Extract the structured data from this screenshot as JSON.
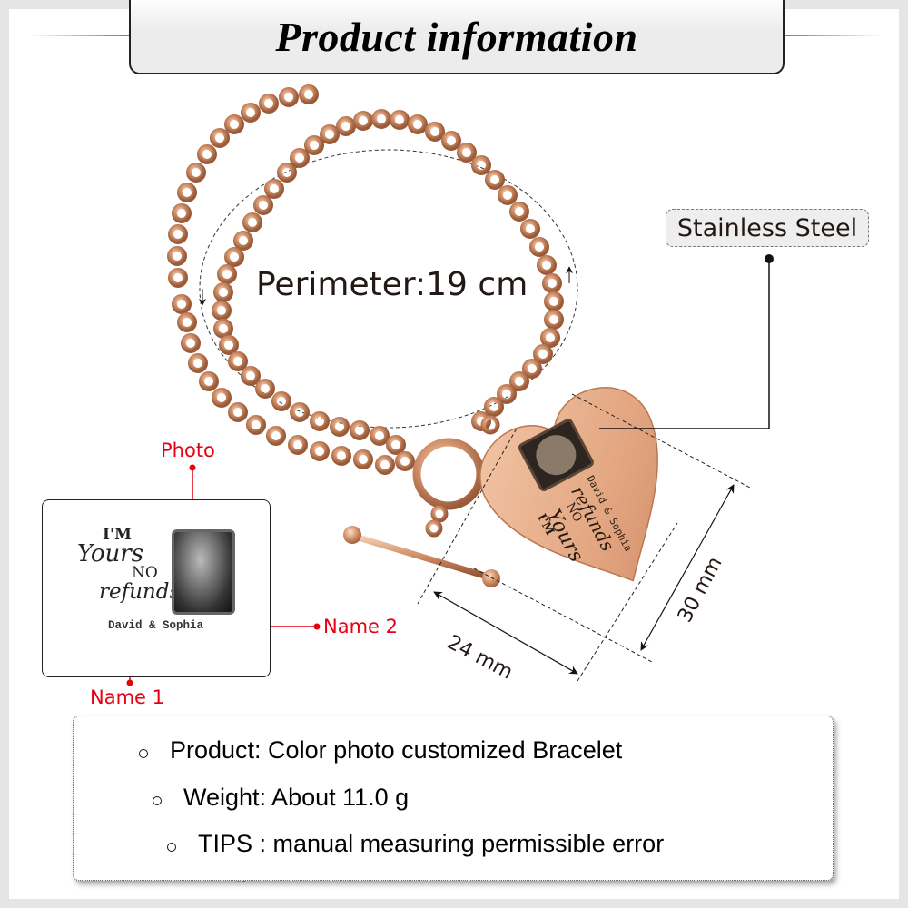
{
  "header": {
    "title": "Product information"
  },
  "product_image": {
    "perimeter_label": "Perimeter:19 cm",
    "material_label": "Stainless Steel",
    "dimensions": {
      "width_label": "24 mm",
      "height_label": "30 mm"
    },
    "colors": {
      "metal": "#d99a74",
      "callout_red": "#e60012"
    }
  },
  "personalization_preview": {
    "callouts": {
      "photo": "Photo",
      "name1": "Name 1",
      "name2": "Name 2"
    },
    "engraving": {
      "line1": "I'M",
      "line2": "Yours",
      "line3": "NO",
      "line4": "refunds",
      "names": "David & Sophia"
    }
  },
  "info": {
    "items": [
      {
        "label": "Product: Color photo customized Bracelet"
      },
      {
        "label": "Weight: About 11.0 g"
      },
      {
        "label": "TIPS : manual measuring permissible error"
      }
    ]
  }
}
